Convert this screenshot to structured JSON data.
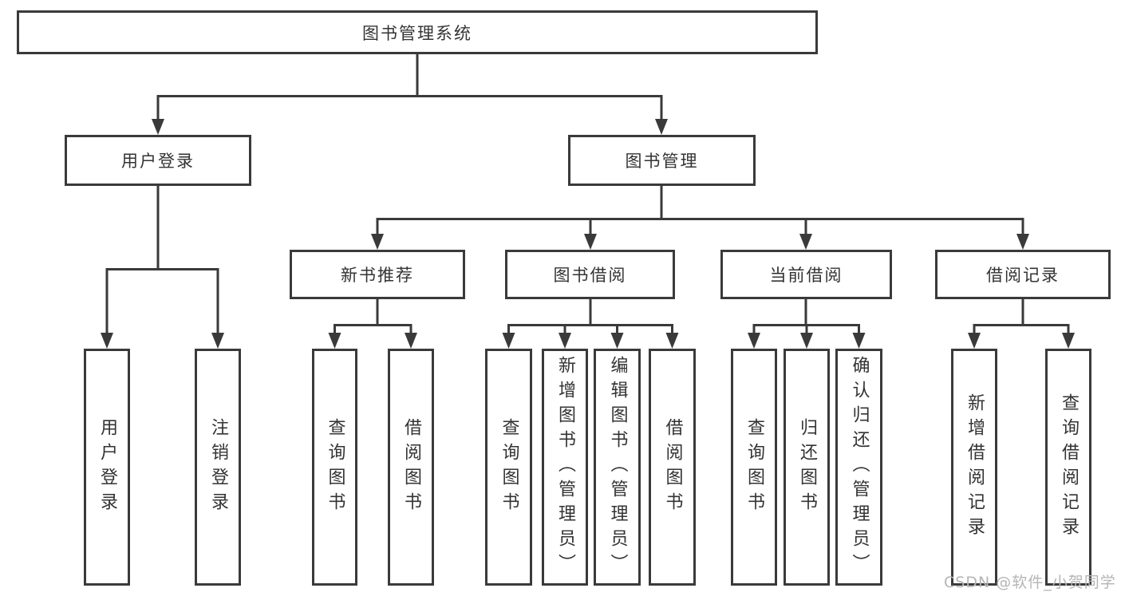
{
  "tree": {
    "root": {
      "label": "图书管理系统"
    },
    "level2": [
      {
        "label": "用户登录"
      },
      {
        "label": "图书管理"
      }
    ],
    "level3": [
      {
        "label": "新书推荐"
      },
      {
        "label": "图书借阅"
      },
      {
        "label": "当前借阅"
      },
      {
        "label": "借阅记录"
      }
    ],
    "leaves": [
      {
        "label": "用户登录"
      },
      {
        "label": "注销登录"
      },
      {
        "label": "查询图书"
      },
      {
        "label": "借阅图书"
      },
      {
        "label": "查询图书"
      },
      {
        "label": "新增图书（管理员）"
      },
      {
        "label": "编辑图书（管理员）"
      },
      {
        "label": "借阅图书"
      },
      {
        "label": "查询图书"
      },
      {
        "label": "归还图书"
      },
      {
        "label": "确认归还（管理员）"
      },
      {
        "label": "新增借阅记录"
      },
      {
        "label": "查询借阅记录"
      }
    ]
  },
  "watermark": {
    "text": "CSDN @软件_小贺同学"
  },
  "colors": {
    "line": "#3a3a3a",
    "text": "#333333",
    "watermark": "#b5b5b5",
    "background": "#ffffff"
  }
}
